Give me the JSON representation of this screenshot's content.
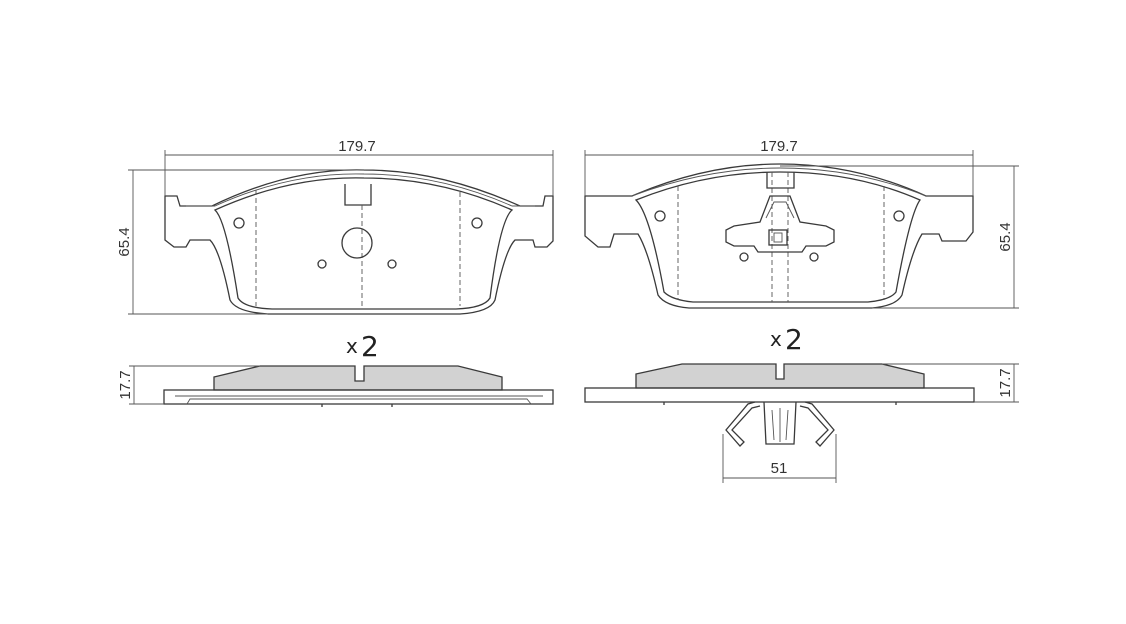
{
  "dimensions": {
    "pad1_width": "179.7",
    "pad1_height": "65.4",
    "pad1_thickness": "17.7",
    "pad2_width": "179.7",
    "pad2_height": "65.4",
    "pad2_thickness": "17.7",
    "clip_width": "51"
  },
  "quantity": {
    "pad1_prefix": "x",
    "pad1_count": "2",
    "pad2_prefix": "x",
    "pad2_count": "2"
  }
}
